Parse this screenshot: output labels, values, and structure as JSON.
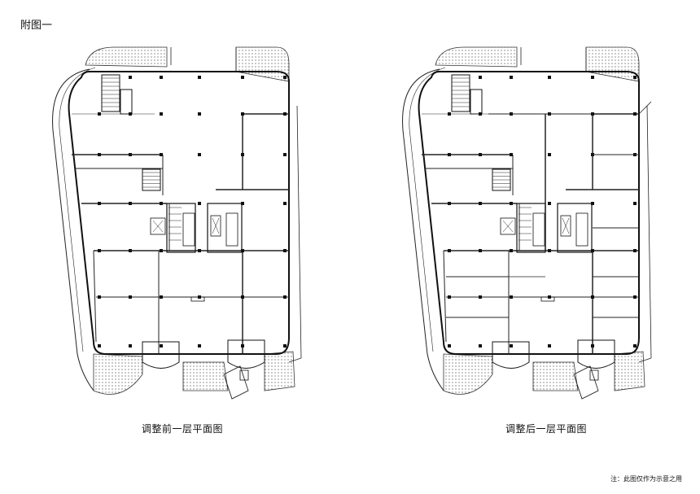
{
  "figure_label": "附图一",
  "plans": [
    {
      "caption": "调整前一层平面图",
      "variant": "before"
    },
    {
      "caption": "调整后一层平面图",
      "variant": "after"
    }
  ],
  "footnote": "注：此图仅作为示意之用"
}
